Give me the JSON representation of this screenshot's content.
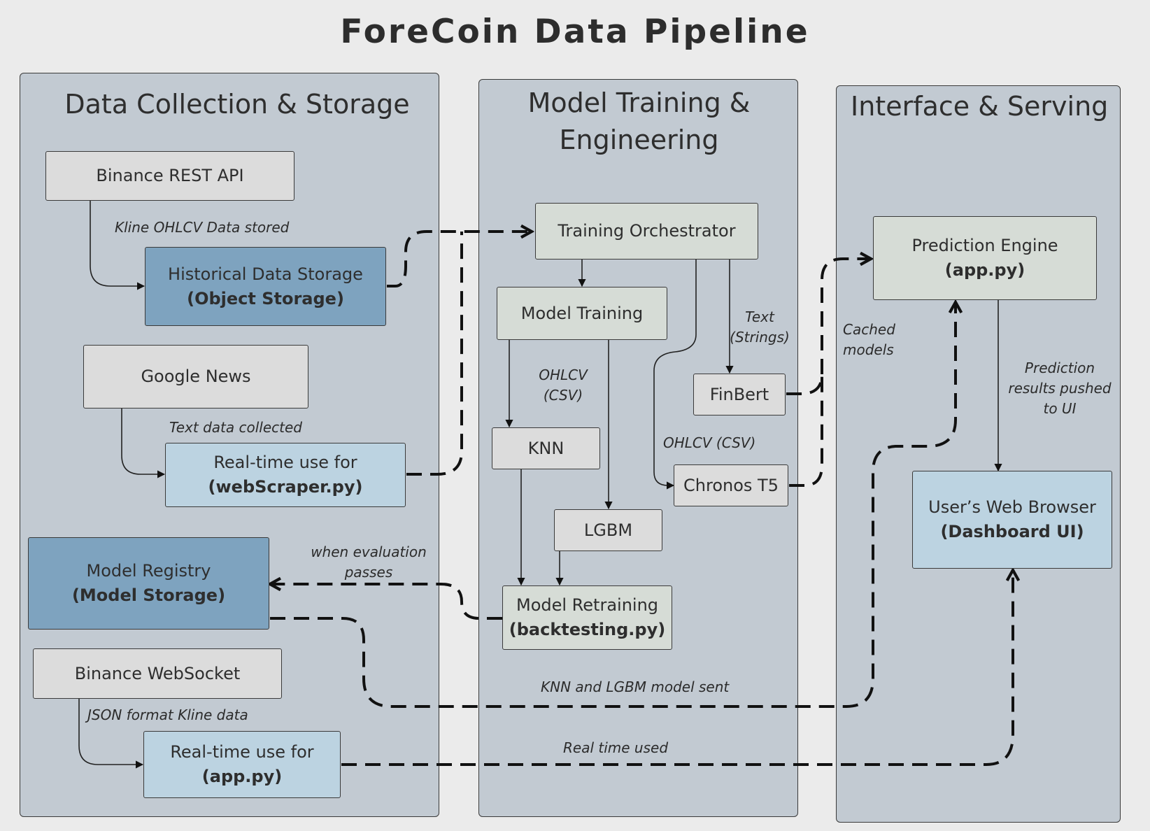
{
  "title": "ForeCoin Data Pipeline",
  "panels": {
    "collection": "Data Collection & Storage",
    "training_line1": "Model Training &",
    "training_line2": "Engineering",
    "serving": "Interface & Serving"
  },
  "nodes": {
    "binance_rest": "Binance REST API",
    "historical_l1": "Historical Data Storage",
    "historical_l2": "(Object Storage)",
    "google_news": "Google News",
    "webscraper_l1": "Real-time use for",
    "webscraper_l2": "(webScraper.py)",
    "registry_l1": "Model Registry",
    "registry_l2": "(Model Storage)",
    "binance_ws": "Binance WebSocket",
    "rt_app_l1": "Real-time use for",
    "rt_app_l2": "(app.py)",
    "orchestrator": "Training Orchestrator",
    "model_training": "Model Training",
    "knn": "KNN",
    "lgbm": "LGBM",
    "finbert": "FinBert",
    "chronos": "Chronos T5",
    "retraining_l1": "Model Retraining",
    "retraining_l2": "(backtesting.py)",
    "engine_l1": "Prediction Engine",
    "engine_l2": "(app.py)",
    "browser_l1": "User’s Web Browser",
    "browser_l2": "(Dashboard UI)"
  },
  "edge_labels": {
    "kline_stored": "Kline OHLCV Data stored",
    "text_collected": "Text data collected",
    "json_kline": "JSON format Kline data",
    "ohlcv_csv_l1": "OHLCV",
    "ohlcv_csv_l2": "(CSV)",
    "text_strings_l1": "Text",
    "text_strings_l2": "(Strings)",
    "ohlcv_csv_chronos": "OHLCV (CSV)",
    "eval_passes_l1": "when evaluation",
    "eval_passes_l2": "passes",
    "cached_l1": "Cached",
    "cached_l2": "models",
    "pushed_l1": "Prediction",
    "pushed_l2": "results pushed",
    "pushed_l3": "to UI",
    "knn_lgbm_sent": "KNN and LGBM model sent",
    "real_time_used": "Real time used"
  }
}
